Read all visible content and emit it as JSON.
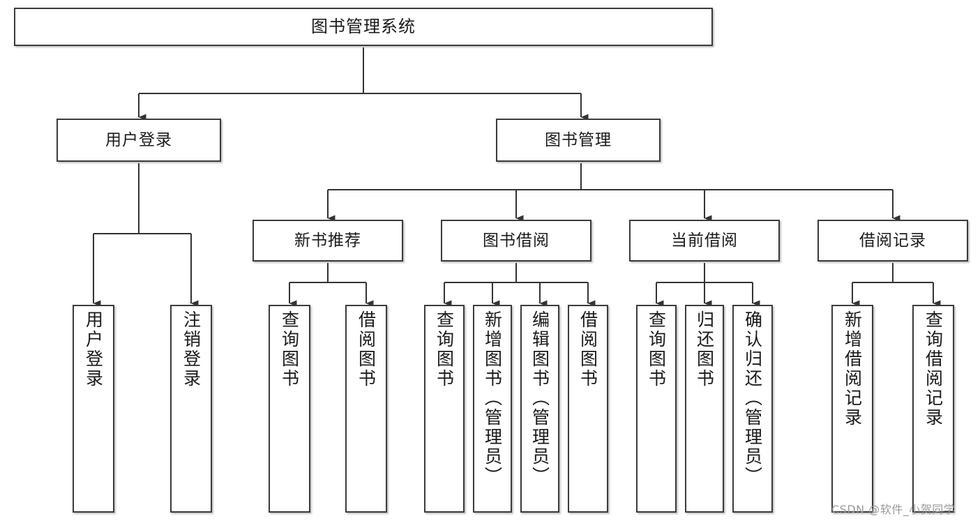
{
  "diagram": {
    "title": "图书管理系统",
    "watermark": "CSDN @软件_小贺同学",
    "colors": {
      "box_border": "#3b3b3b",
      "box_fill": "#ffffff",
      "edge": "#333333",
      "text": "#1a1a1a",
      "watermark": "#9a9a9a",
      "background": "#ffffff"
    },
    "root": {
      "label": "图书管理系统"
    },
    "level2": [
      {
        "label": "用户登录"
      },
      {
        "label": "图书管理"
      }
    ],
    "level3": [
      {
        "label": "新书推荐"
      },
      {
        "label": "图书借阅"
      },
      {
        "label": "当前借阅"
      },
      {
        "label": "借阅记录"
      }
    ],
    "leaves": {
      "user_login": [
        {
          "label": "用户登录"
        },
        {
          "label": "注销登录"
        }
      ],
      "new_book_recommend": [
        {
          "label": "查询图书"
        },
        {
          "label": "借阅图书"
        }
      ],
      "book_borrow": [
        {
          "label": "查询图书"
        },
        {
          "label": "新增图书（管理员）"
        },
        {
          "label": "编辑图书（管理员）"
        },
        {
          "label": "借阅图书"
        }
      ],
      "current_borrow": [
        {
          "label": "查询图书"
        },
        {
          "label": "归还图书"
        },
        {
          "label": "确认归还（管理员）"
        }
      ],
      "borrow_record": [
        {
          "label": "新增借阅记录"
        },
        {
          "label": "查询借阅记录"
        }
      ]
    }
  }
}
